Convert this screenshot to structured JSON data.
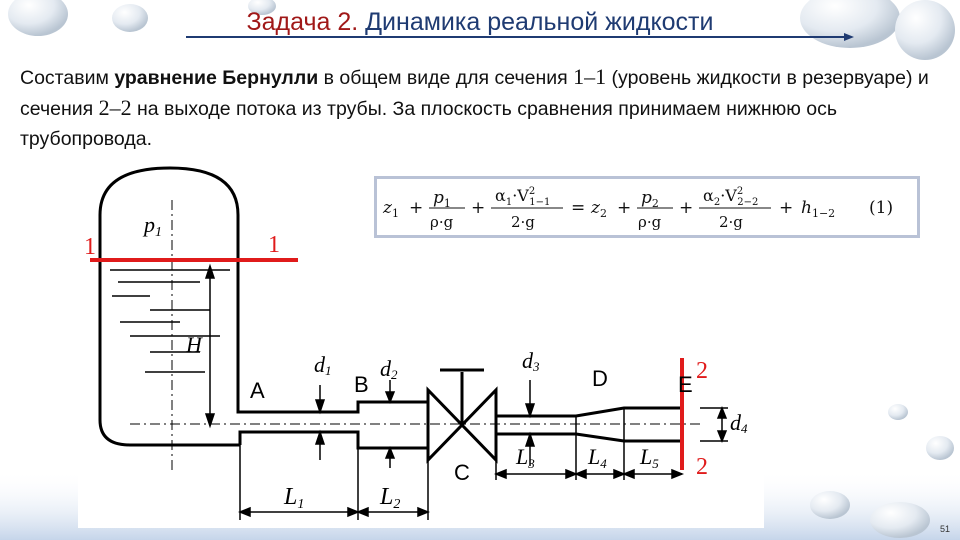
{
  "title": {
    "prefix": "Задача 2.",
    "main": "Динамика реальной жидкости"
  },
  "paragraph": {
    "part1": "Составим ",
    "bold": "уравнение Бернулли",
    "part2": " в общем виде для сечения ",
    "sec1": "1–1",
    "part3": " (уровень жидкости в резервуаре) и сечения ",
    "sec2": "2–2",
    "part4": " на выходе потока из трубы. За плоскость сравнения принимаем нижнюю ось трубопровода."
  },
  "formula": {
    "z1": "z",
    "z1_sub": "1",
    "p1": "p",
    "p1_sub": "1",
    "rho_g": "ρ·g",
    "a1": "α",
    "a1_sub": "1",
    "v1": "·V",
    "v1_sub": "1−1",
    "v1_sup": "2",
    "two_g": "2·g",
    "eq": "=",
    "z2": "z",
    "z2_sub": "2",
    "p2": "p",
    "p2_sub": "2",
    "a2": "α",
    "a2_sub": "2",
    "v2": "·V",
    "v2_sub": "2−2",
    "v2_sup": "2",
    "h": "h",
    "h_sub": "1−2",
    "number": "(1)",
    "plus": "+"
  },
  "diagram_labels": {
    "p1": "p",
    "p1_sub": "1",
    "H": "H",
    "A": "A",
    "B": "B",
    "C": "C",
    "D": "D",
    "E": "E",
    "d1": "d",
    "d1_sub": "1",
    "d2": "d",
    "d2_sub": "2",
    "d3": "d",
    "d3_sub": "3",
    "d4": "d",
    "d4_sub": "4",
    "L1": "L",
    "L1_sub": "1",
    "L2": "L",
    "L2_sub": "2",
    "L3": "L",
    "L3_sub": "3",
    "L4": "L",
    "L4_sub": "4",
    "L5": "L",
    "L5_sub": "5",
    "sec1_left": "1",
    "sec1_right": "1",
    "sec2_top": "2",
    "sec2_bottom": "2"
  },
  "colors": {
    "section_line": "#e01b1b",
    "title_accent": "#a01818",
    "title_main": "#1f3b72",
    "formula_border": "#b9c2d6"
  },
  "slide_number": "51"
}
